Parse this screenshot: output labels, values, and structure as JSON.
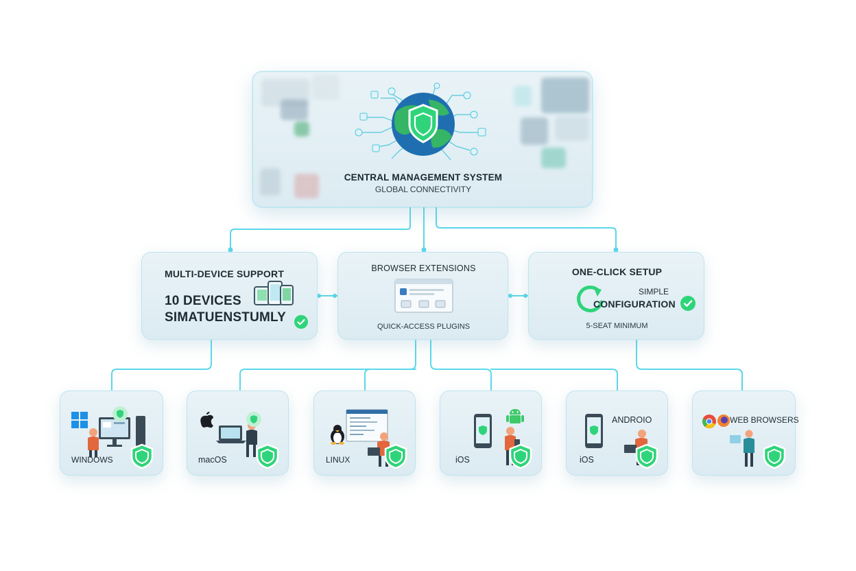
{
  "central": {
    "title": "CENTRAL MANAGEMENT SYSTEM",
    "subtitle": "GLOBAL CONNECTIVITY"
  },
  "features": {
    "multi_device": {
      "title": "MULTI-DEVICE SUPPORT",
      "line1": "10 DEVICES",
      "line2": "SIMATUENSTUMLY"
    },
    "browser_ext": {
      "title": "BROWSER EXTENSIONS",
      "caption": "QUICK-ACCESS PLUGINS"
    },
    "one_click": {
      "title": "ONE-CLICK SETUP",
      "line1": "SIMPLE",
      "line2": "CONFIGURATION",
      "caption": "5-SEAT MINIMUM"
    }
  },
  "platforms": {
    "windows": "WINDOWS",
    "macos": "macOS",
    "linux": "LINUX",
    "ios_a": "iOS",
    "ios_b": "iOS",
    "android": "ANDROIO",
    "web": "WEB BROWSERS"
  },
  "colors": {
    "connector": "#4fdcec",
    "shield": "#2fd47a",
    "accent_blue": "#2a7fb5"
  }
}
